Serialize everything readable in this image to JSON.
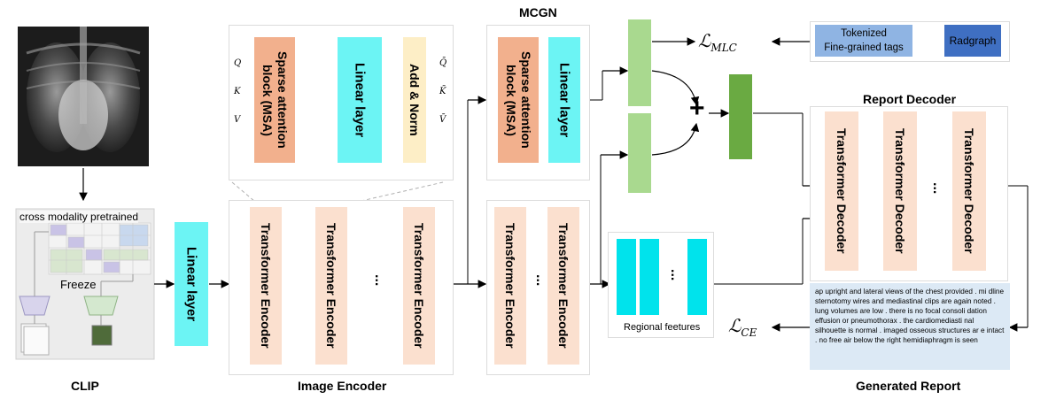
{
  "captions": {
    "clip": "CLIP",
    "image_encoder": "Image  Encoder",
    "mcgn": "MCGN",
    "report_decoder": "Report Decoder",
    "generated_report": "Generated Report"
  },
  "clip_panel": {
    "header": "cross modality pretrained",
    "freeze": "Freeze"
  },
  "blocks": {
    "linear_layer": "Linear layer",
    "sparse_attention": "Sparse  attention block (MSA)",
    "add_norm": "Add & Norm",
    "transformer_encoder": "Transformer Encoder",
    "transformer_decoder": "Transformer Decoder",
    "ellipsis": "..."
  },
  "inputs": {
    "q": "Q",
    "k": "K",
    "v": "V",
    "q_bar": "Q̄",
    "k_bar": "K̄",
    "v_bar": "V̄"
  },
  "tags": {
    "tokenized": "Tokenized\nFine-grained tags",
    "radgraph": "Radgraph"
  },
  "regional_features": "Regional feetures",
  "losses": {
    "mlc_main": "ℒ",
    "mlc_sub": "MLC",
    "ce_main": "ℒ",
    "ce_sub": "CE"
  },
  "fusion_symbol": "+",
  "report_text": "ap upright and lateral views of the chest provided . mi dline sternotomy wires and mediastinal clips are again noted . lung volumes are low . there is no focal consoli dation effusion or pneumothorax . the cardiomediasti nal silhouette is normal . imaged osseous structures ar e intact . no free air below the right hemidiaphragm is seen",
  "colors": {
    "peach": "#fbe0cf",
    "orange": "#f2b08d",
    "cyan": "#6cf4f4",
    "cream": "#fdeec6",
    "light_green": "#a9d98f",
    "dark_green": "#6aaa42",
    "tag_blue": "#8fb4e3",
    "radgraph_blue": "#3f6fc2",
    "report_bg": "#dce9f5"
  }
}
